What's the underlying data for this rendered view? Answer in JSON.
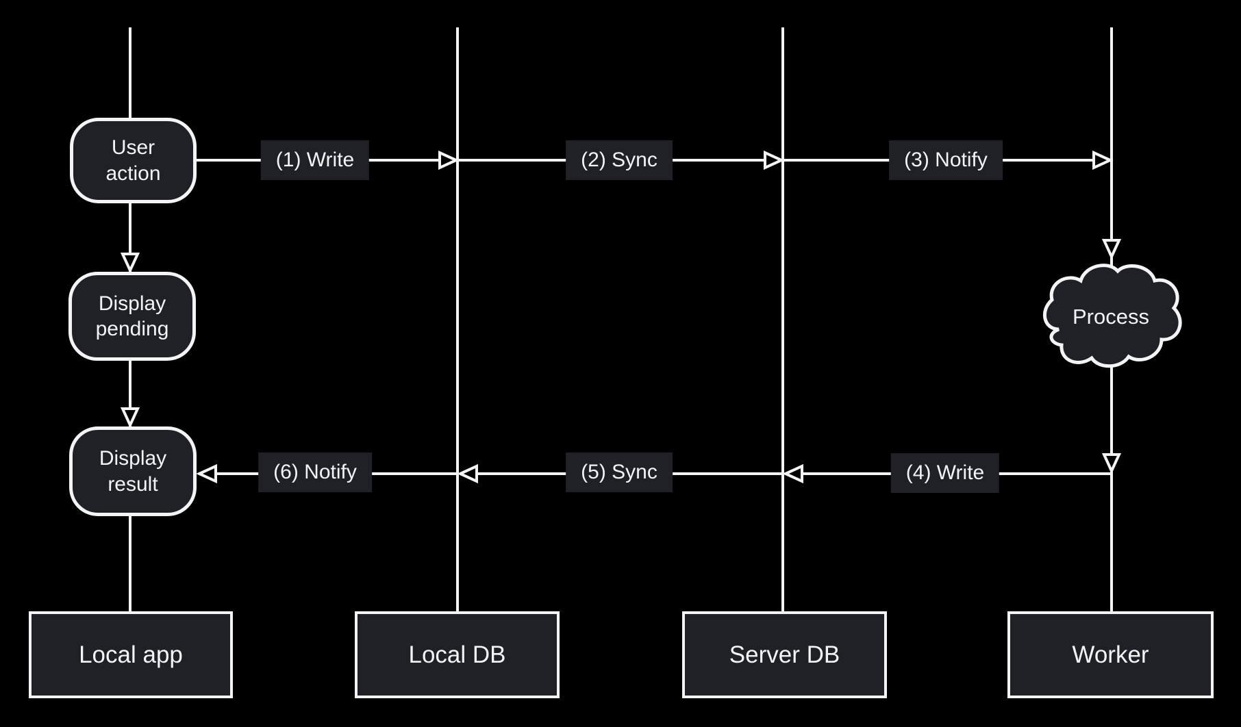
{
  "diagram": {
    "type": "flow-sequence-diagram",
    "colors": {
      "background": "#000000",
      "node_fill": "#1f2126",
      "stroke": "#f3f4f5",
      "text": "#f3f4f5"
    },
    "states": [
      {
        "label": "User action"
      },
      {
        "label": "Display pending"
      },
      {
        "label": "Display result"
      }
    ],
    "process": {
      "label": "Process"
    },
    "edges": [
      {
        "label": "(1) Write",
        "direction": "right"
      },
      {
        "label": "(2) Sync",
        "direction": "right"
      },
      {
        "label": "(3) Notify",
        "direction": "right"
      },
      {
        "label": "(4) Write",
        "direction": "left"
      },
      {
        "label": "(5) Sync",
        "direction": "left"
      },
      {
        "label": "(6) Notify",
        "direction": "left"
      }
    ],
    "lanes": [
      {
        "label": "Local app"
      },
      {
        "label": "Local DB"
      },
      {
        "label": "Server DB"
      },
      {
        "label": "Worker"
      }
    ]
  }
}
